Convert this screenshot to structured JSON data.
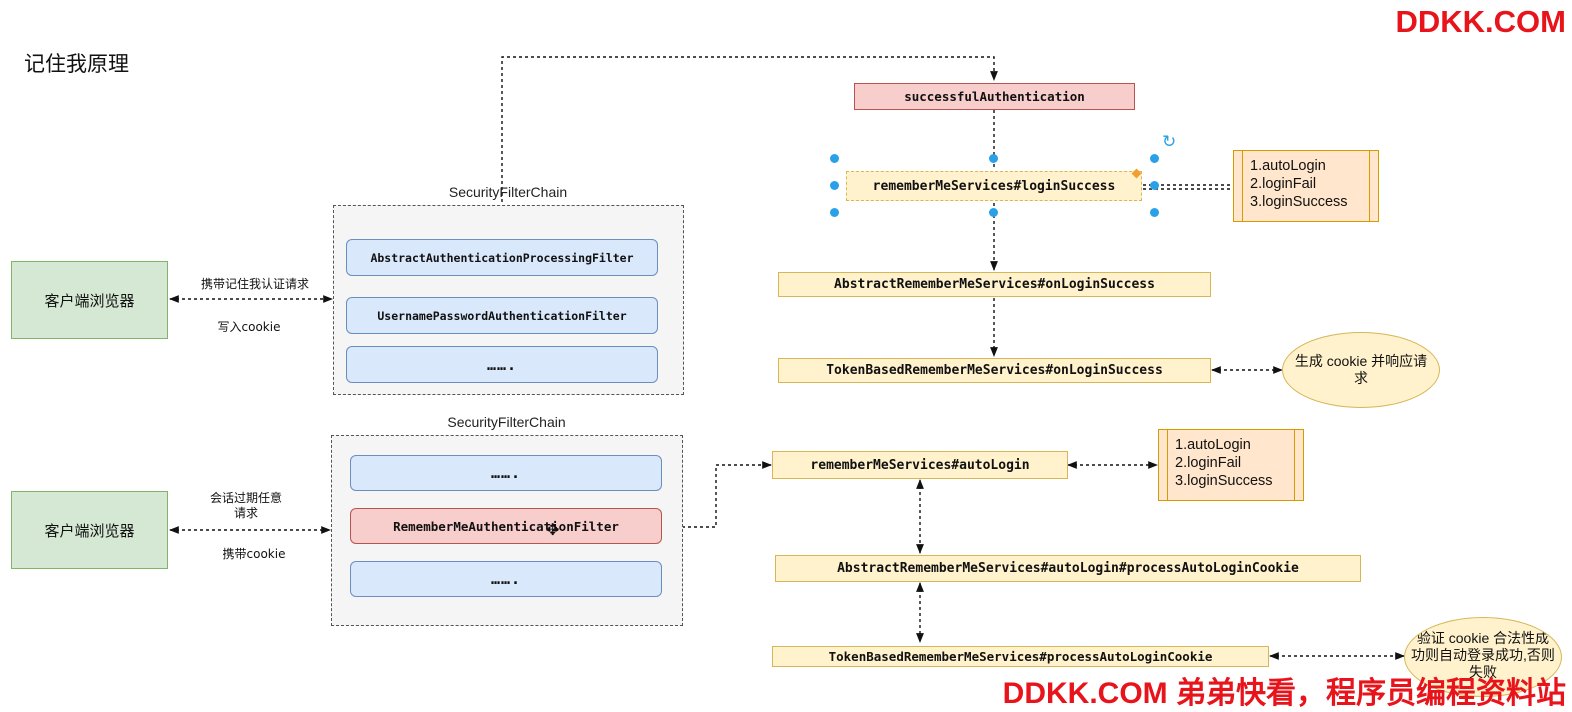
{
  "title": "记住我原理",
  "watermark_top": "DDKK.COM",
  "watermark_bottom": "DDKK.COM 弟弟快看，程序员编程资料站",
  "top_section": {
    "client": "客户端浏览器",
    "request_label": "携带记住我认证请求",
    "cookie_label": "写入cookie",
    "chain_label": "SecurityFilterChain",
    "filters": [
      "AbstractAuthenticationProcessingFilter",
      "UsernamePasswordAuthenticationFilter",
      "……."
    ],
    "success_auth": "successfulAuthentication",
    "login_success": "rememberMeServices#loginSuccess",
    "abstract_on_login": "AbstractRememberMeServices#onLoginSuccess",
    "token_on_login": "TokenBasedRememberMeServices#onLoginSuccess",
    "ellipse": "生成 cookie 并响应请求",
    "methods": [
      "1.autoLogin",
      "2.loginFail",
      "3.loginSuccess"
    ]
  },
  "bottom_section": {
    "client": "客户端浏览器",
    "request_label": "会话过期任意请求",
    "cookie_label": "携带cookie",
    "chain_label": "SecurityFilterChain",
    "filters": [
      "…….",
      "RememberMeAuthenticationFilter",
      "……."
    ],
    "auto_login": "rememberMeServices#autoLogin",
    "abstract_auto_login": "AbstractRememberMeServices#autoLogin#processAutoLoginCookie",
    "token_process": "TokenBasedRememberMeServices#processAutoLoginCookie",
    "ellipse": "验证 cookie 合法性成功则自动登录成功,否则失败",
    "methods": [
      "1.autoLogin",
      "2.loginFail",
      "3.loginSuccess"
    ]
  }
}
